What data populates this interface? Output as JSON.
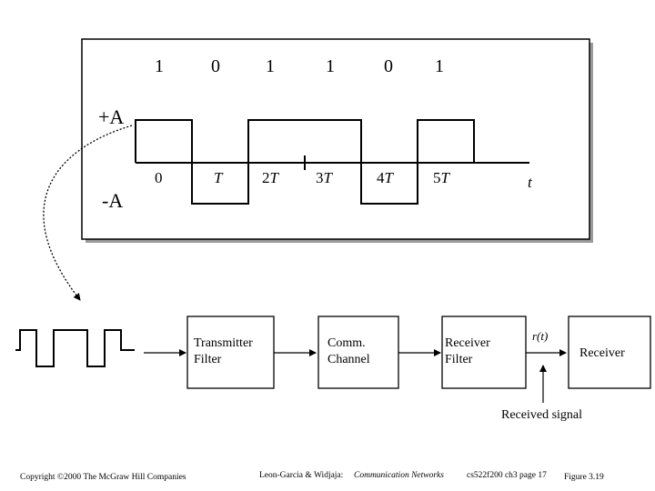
{
  "waveform_panel": {
    "bits": [
      "1",
      "0",
      "1",
      "1",
      "0",
      "1"
    ],
    "plus_level": "+A",
    "minus_level": "-A",
    "origin_label": "0",
    "time_ticks": [
      {
        "coef": "",
        "var": "T"
      },
      {
        "coef": "2",
        "var": "T"
      },
      {
        "coef": "3",
        "var": "T"
      },
      {
        "coef": "4",
        "var": "T"
      },
      {
        "coef": "5",
        "var": "T"
      }
    ],
    "time_axis_label": "t"
  },
  "blocks": {
    "transmitter": "Transmitter\nFilter",
    "channel": "Comm.\nChannel",
    "receiver_filter": "Receiver\nFilter",
    "receiver": "Receiver"
  },
  "signal_label": "r(t)",
  "received_signal_label": "Received signal",
  "footer": {
    "copyright": "Copyright ©2000 The McGraw Hill Companies",
    "authors": "Leon-Garcia & Widjaja:",
    "book": "Communication Networks",
    "course": "cs522f200 ch3 page 17",
    "figure": "Figure 3.19"
  }
}
